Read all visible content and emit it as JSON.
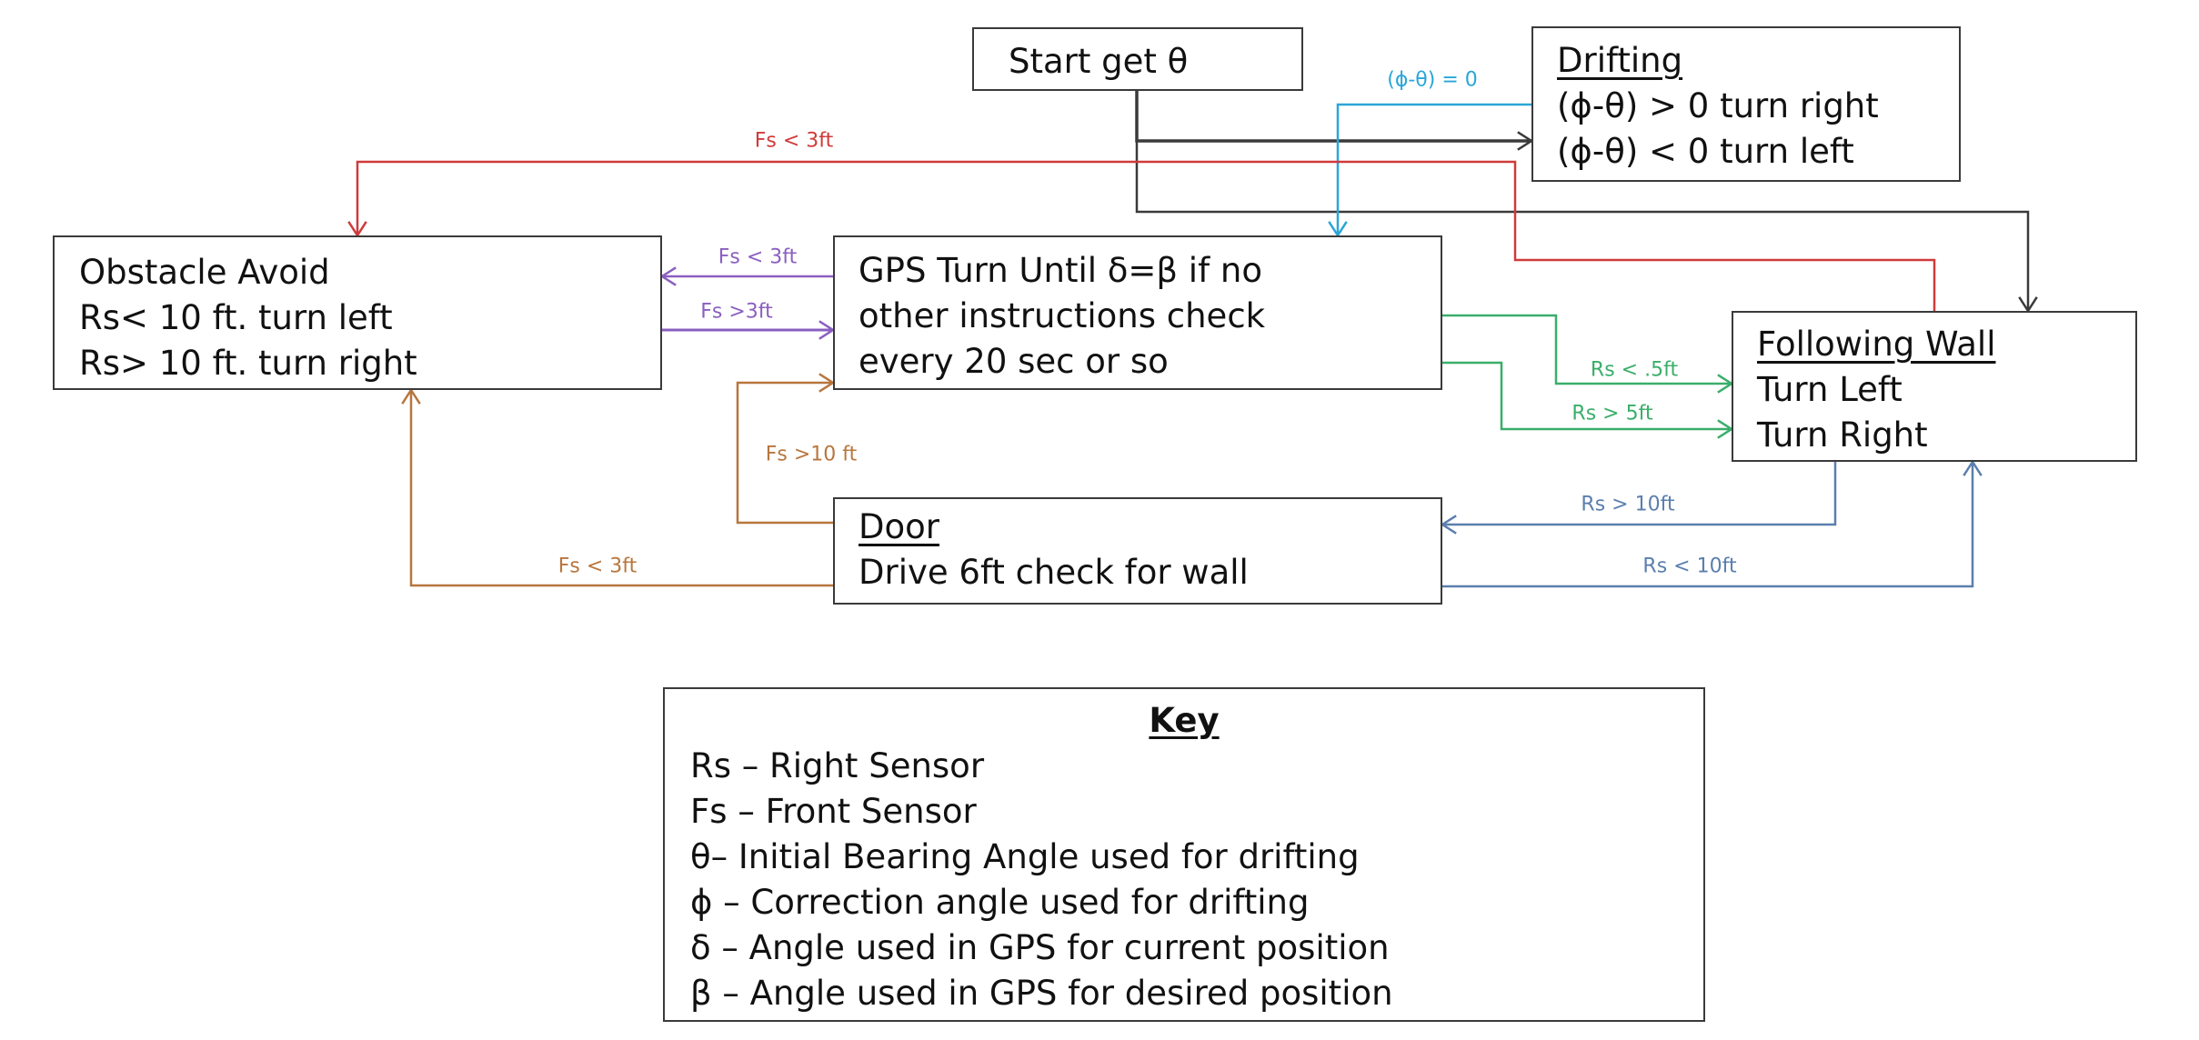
{
  "colors": {
    "black": "#3a3a3a",
    "red": "#d03a3a",
    "cyan": "#2aa6d8",
    "purple": "#8a5fc0",
    "green": "#3aae6a",
    "orange": "#b8763e",
    "blue": "#5b7fae"
  },
  "nodes": {
    "start": {
      "lines": [
        "Start get θ"
      ]
    },
    "drifting": {
      "title": "Drifting",
      "lines": [
        "(ϕ-θ) > 0 turn right",
        "(ϕ-θ) < 0 turn left"
      ]
    },
    "obstacle": {
      "lines": [
        "Obstacle Avoid",
        "Rs< 10 ft. turn left",
        "Rs> 10 ft. turn right"
      ]
    },
    "gps": {
      "lines": [
        "GPS Turn Until δ=β if no",
        "other instructions check",
        "every 20 sec or so"
      ]
    },
    "following": {
      "title": "Following Wall",
      "lines": [
        "Turn Left",
        "Turn Right"
      ]
    },
    "door": {
      "title": "Door",
      "lines": [
        "Drive 6ft check for wall"
      ]
    }
  },
  "edges": [
    {
      "id": "start-to-drifting",
      "from": "start",
      "to": "drifting",
      "label": "",
      "color": "black"
    },
    {
      "id": "start-to-following",
      "from": "start",
      "to": "following",
      "label": "",
      "color": "black"
    },
    {
      "id": "drifting-to-gps",
      "from": "drifting",
      "to": "gps",
      "label": "(ϕ-θ) = 0",
      "color": "cyan"
    },
    {
      "id": "following-to-obstacle",
      "from": "following",
      "to": "obstacle",
      "label": "Fs < 3ft",
      "color": "red"
    },
    {
      "id": "gps-to-obstacle",
      "from": "gps",
      "to": "obstacle",
      "label": "Fs < 3ft",
      "color": "purple"
    },
    {
      "id": "obstacle-to-gps",
      "from": "obstacle",
      "to": "gps",
      "label": "Fs >3ft",
      "color": "purple"
    },
    {
      "id": "gps-to-following-a",
      "from": "gps",
      "to": "following",
      "label": "Rs < .5ft",
      "color": "green"
    },
    {
      "id": "gps-to-following-b",
      "from": "gps",
      "to": "following",
      "label": "Rs > 5ft",
      "color": "green"
    },
    {
      "id": "door-to-gps",
      "from": "door",
      "to": "gps",
      "label": "Fs >10 ft",
      "color": "orange"
    },
    {
      "id": "door-to-obstacle",
      "from": "door",
      "to": "obstacle",
      "label": "Fs < 3ft",
      "color": "orange"
    },
    {
      "id": "following-to-door",
      "from": "following",
      "to": "door",
      "label": "Rs > 10ft",
      "color": "blue"
    },
    {
      "id": "door-to-following",
      "from": "door",
      "to": "following",
      "label": "Rs < 10ft",
      "color": "blue"
    }
  ],
  "key": {
    "title": "Key",
    "items": [
      "Rs – Right Sensor",
      "Fs – Front Sensor",
      "θ– Initial Bearing Angle used for drifting",
      "ϕ – Correction angle used for drifting",
      "δ – Angle used in GPS for current position",
      "β – Angle used in GPS for desired position"
    ]
  }
}
